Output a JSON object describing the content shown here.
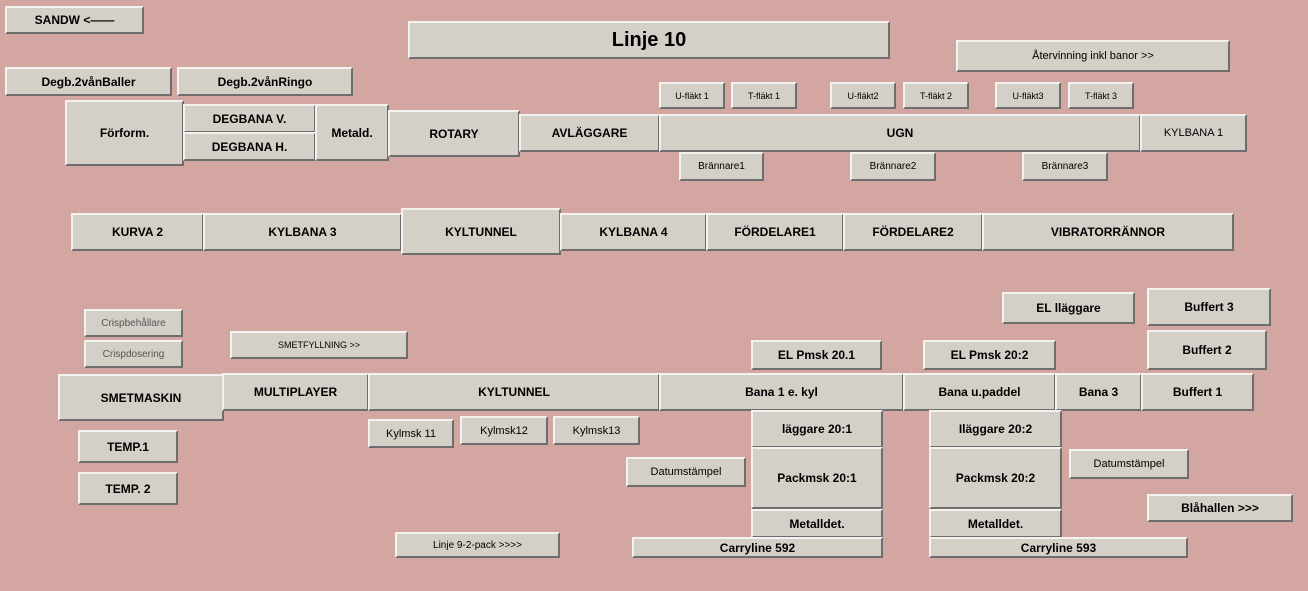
{
  "nav": {
    "sandw": "SANDW <——",
    "title": "Linje 10",
    "atervinning": "Återvinning inkl banor >>",
    "degb_baller": "Degb.2vånBaller",
    "degb_ringo": "Degb.2vånRingo",
    "smetfyllning": "SMETFYLLNING >>",
    "linje9": "Linje 9-2-pack >>>>",
    "blahallen": "Blåhallen >>>"
  },
  "line1": {
    "forform": "Förform.",
    "degbana_v": "DEGBANA V.",
    "degbana_h": "DEGBANA H.",
    "metald": "Metald.",
    "rotary": "ROTARY",
    "avlaggare": "AVLÄGGARE",
    "ugn": "UGN",
    "kylbana1": "KYLBANA 1",
    "ufl1": "U-fläkt 1",
    "tfl1": "T-fläkt 1",
    "ufl2": "U-fläkt2",
    "tfl2": "T-fläkt 2",
    "ufl3": "U-fläkt3",
    "tfl3": "T-fläkt 3",
    "br1": "Brännare1",
    "br2": "Brännare2",
    "br3": "Brännare3"
  },
  "line2": {
    "kurva2": "KURVA 2",
    "kylbana3": "KYLBANA 3",
    "kyltunnel": "KYLTUNNEL",
    "kylbana4": "KYLBANA 4",
    "fordelare1": "FÖRDELARE1",
    "fordelare2": "FÖRDELARE2",
    "vibrator": "VIBRATORRÄNNOR"
  },
  "line3": {
    "crispbehallare": "Crispbehållare",
    "crispdosering": "Crispdosering",
    "smetmaskin": "SMETMASKIN",
    "multiplayer": "MULTIPLAYER",
    "kyltunnel": "KYLTUNNEL",
    "bana1": "Bana 1 e. kyl",
    "bana_upaddel": "Bana u.paddel",
    "bana3": "Bana 3",
    "buffert1": "Buffert 1",
    "buffert2": "Buffert 2",
    "buffert3": "Buffert 3",
    "el_laggare": "EL lläggare",
    "el_pmsk1": "EL Pmsk 20.1",
    "el_pmsk2": "EL Pmsk 20:2",
    "temp1": "TEMP.1",
    "temp2": "TEMP. 2",
    "kylmsk11": "Kylmsk 11",
    "kylmsk12": "Kylmsk12",
    "kylmsk13": "Kylmsk13",
    "laggare1": "läggare 20:1",
    "laggare2": "Iläggare 20:2",
    "datum1": "Datumstämpel",
    "datum2": "Datumstämpel",
    "packmsk1": "Packmsk 20:1",
    "packmsk2": "Packmsk 20:2",
    "metalldet1": "Metalldet.",
    "metalldet2": "Metalldet.",
    "carry592": "Carryline 592",
    "carry593": "Carryline 593"
  }
}
